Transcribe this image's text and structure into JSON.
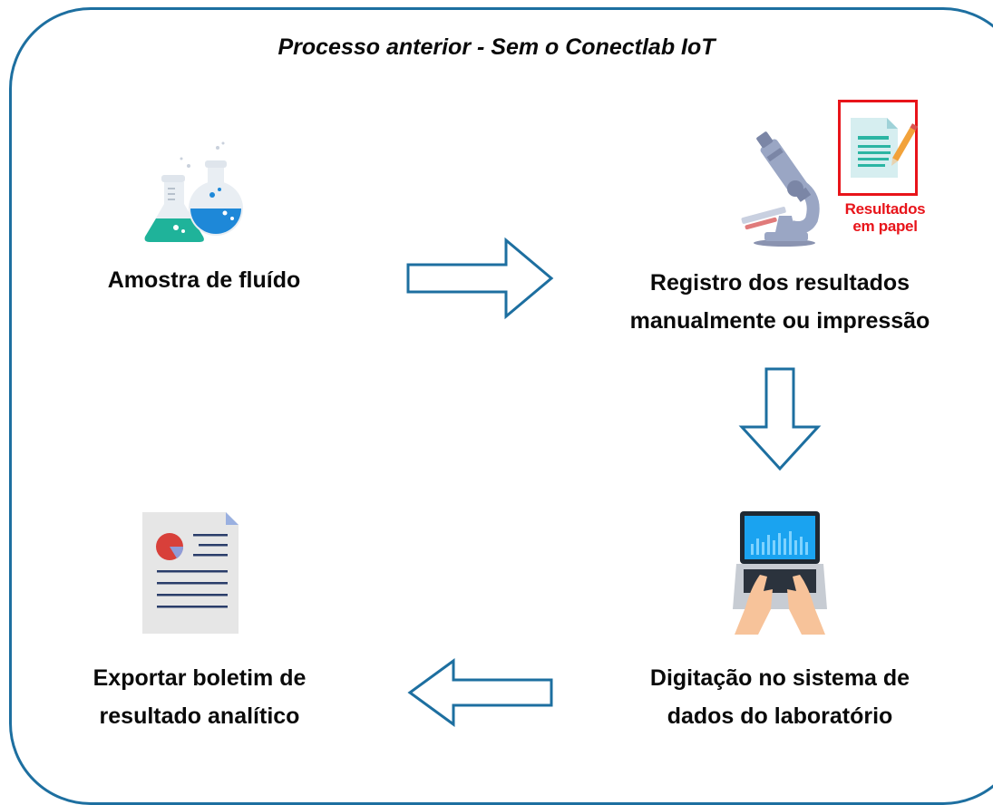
{
  "title": "Processo anterior - Sem o Conectlab IoT",
  "steps": {
    "sample": {
      "lines": [
        "Amostra de fluído"
      ]
    },
    "register": {
      "lines": [
        "Registro dos resultados",
        "manualmente ou impressão"
      ]
    },
    "typing": {
      "lines": [
        "Digitação no sistema de",
        "dados do laboratório"
      ]
    },
    "export": {
      "lines": [
        "Exportar boletim de",
        "resultado analítico"
      ]
    }
  },
  "paper_results": {
    "lines": [
      "Resultados",
      "em papel"
    ]
  },
  "colors": {
    "frame": "#1d6fa0",
    "arrow": "#1d6fa0",
    "paper_highlight": "#e8141a",
    "flask_teal": "#1fb39a",
    "flask_blue": "#1e88d8",
    "microscope": "#9aa6c4",
    "laptop_screen": "#1aa3f0",
    "skin": "#f7c39a",
    "pie_red": "#d8403a"
  }
}
